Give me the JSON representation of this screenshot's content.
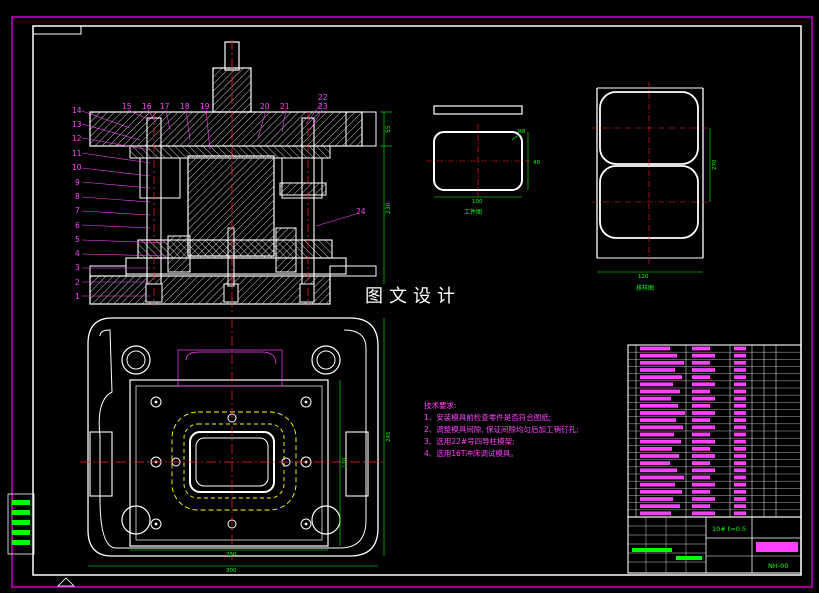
{
  "drawing": {
    "banner_text": "图文设计",
    "part_numbers": [
      "1",
      "2",
      "3",
      "4",
      "5",
      "6",
      "7",
      "8",
      "9",
      "10",
      "11",
      "12",
      "13",
      "14"
    ],
    "top_part_numbers": [
      "15",
      "16",
      "17",
      "18",
      "19",
      "20",
      "21",
      "22",
      "23"
    ],
    "right_part_number": "24",
    "dims": {
      "height_total": "230",
      "height_top": "55",
      "plan_width": "300",
      "plan_inner_width": "250",
      "plan_height": "245",
      "plan_inner_height": "170",
      "blank_width": "100",
      "blank_side": "40",
      "blank_radius": "R8",
      "strip_width": "120",
      "strip_height": "270"
    },
    "captions": {
      "part_view": "工件图",
      "strip_view": "排样图"
    },
    "technical_notes": {
      "title": "技术要求:",
      "items": [
        "1、安装模具前检查零件是否符合图纸;",
        "2、调整模具间隙, 保证间隙均匀后加工销钉孔;",
        "3、选用22#号四导柱模架;",
        "4、选用16T冲床调试模具。"
      ]
    },
    "title_block": {
      "material": "10#  t=0.5",
      "drawing_no": "NH-00"
    },
    "colors": {
      "outline": "#ffffff",
      "geometry_yellow": "#ffff00",
      "centerline_red": "#ff2020",
      "annotation_magenta": "#ff40ff",
      "dimension_green": "#00ff00",
      "frame_magenta": "#ff00ff",
      "hatch": "#ffffff"
    }
  }
}
